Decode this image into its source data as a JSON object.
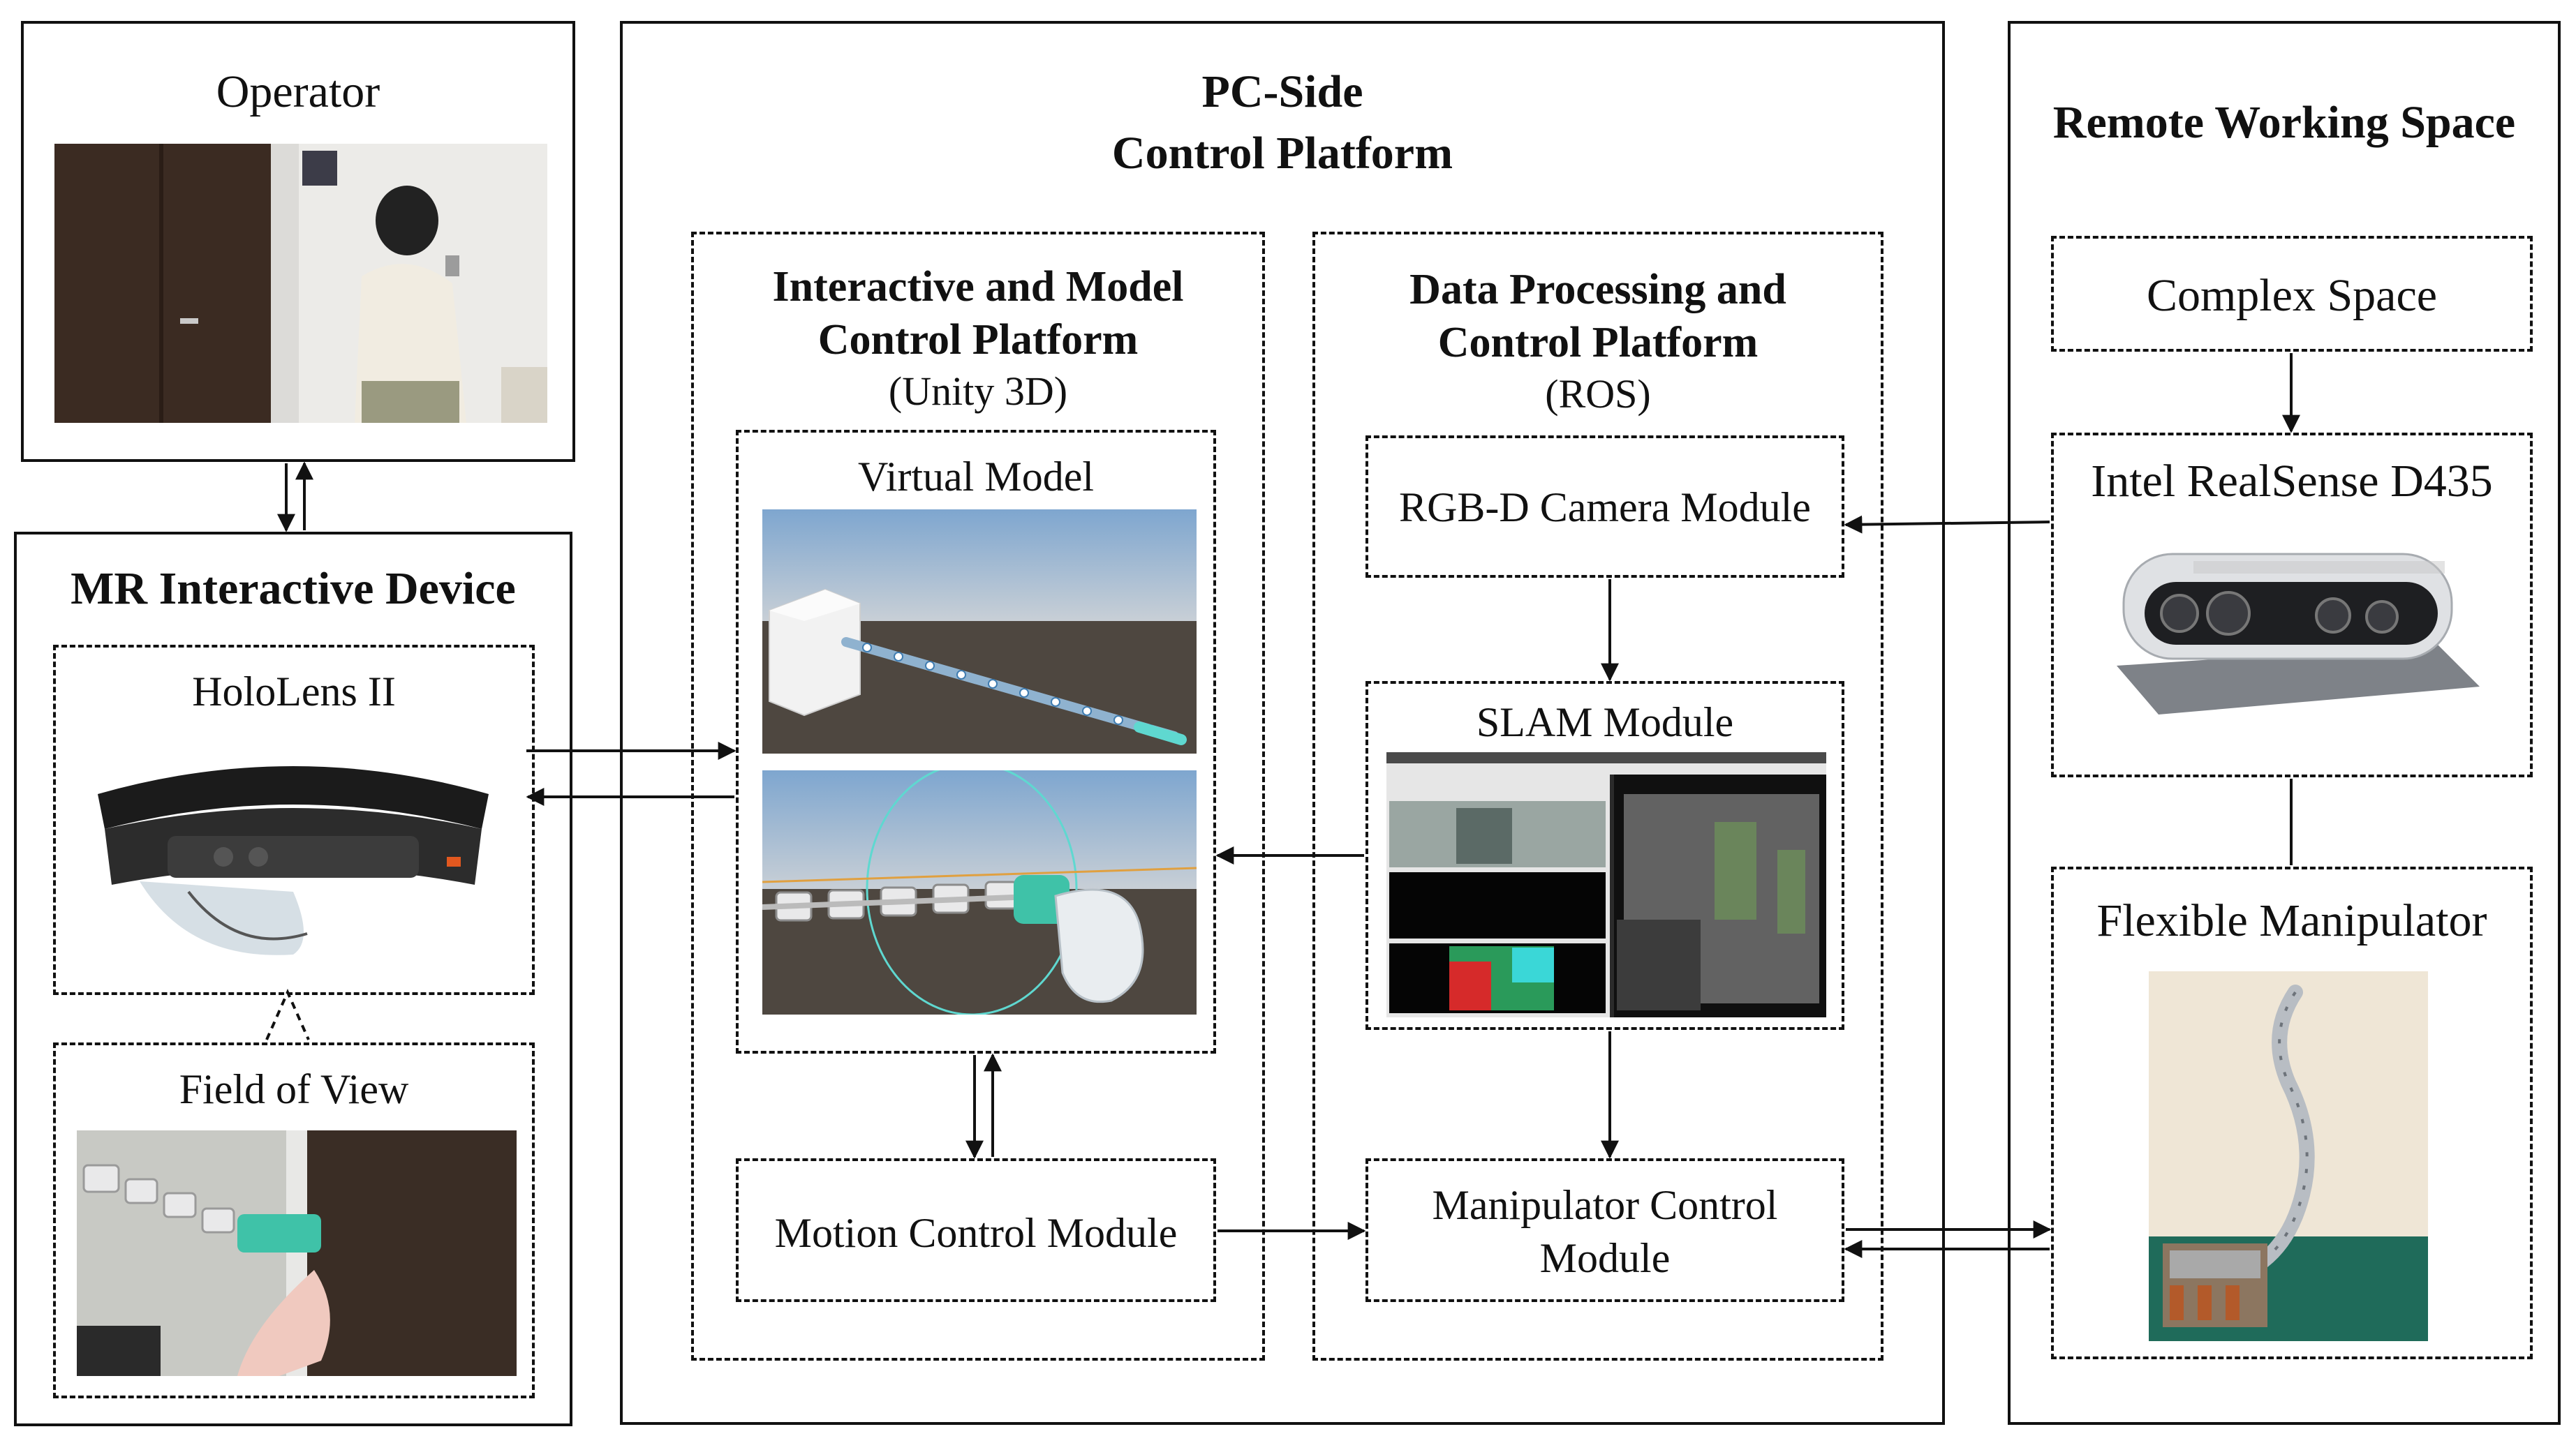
{
  "operator": {
    "title": "Operator"
  },
  "mr_device": {
    "title": "MR Interactive Device",
    "hololens": "HoloLens II",
    "field_of_view": "Field of View"
  },
  "pc_platform": {
    "title_line1": "PC-Side",
    "title_line2": "Control Platform",
    "unity": {
      "title_line1": "Interactive and Model",
      "title_line2": "Control Platform",
      "subtitle": "(Unity 3D)",
      "virtual_model": "Virtual Model",
      "motion_control": "Motion Control Module"
    },
    "ros": {
      "title_line1": "Data Processing and",
      "title_line2": "Control Platform",
      "subtitle": "(ROS)",
      "rgbd": "RGB-D Camera Module",
      "slam": "SLAM Module",
      "manipulator_line1": "Manipulator Control",
      "manipulator_line2": "Module"
    }
  },
  "remote": {
    "title": "Remote Working Space",
    "complex_space": "Complex Space",
    "realsense": "Intel RealSense D435",
    "flexible": "Flexible Manipulator"
  }
}
